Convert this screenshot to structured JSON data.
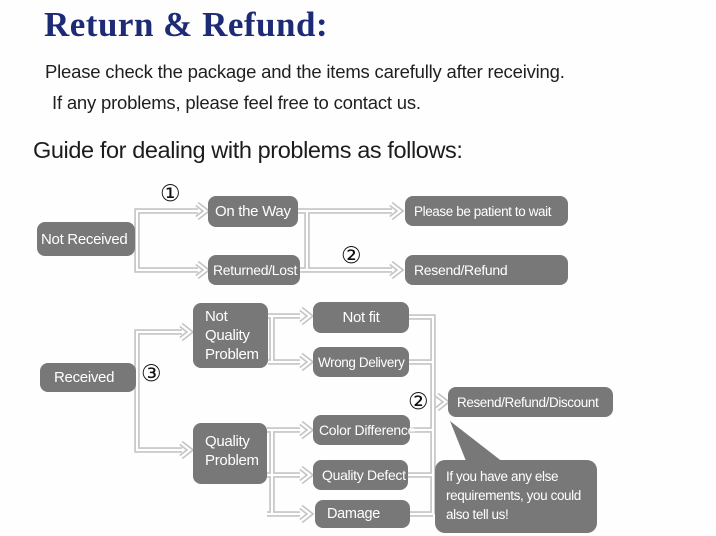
{
  "header": {
    "title": "Return & Refund:",
    "line1": "Please check the package and the items carefully after receiving.",
    "line2": "If any problems, please feel free to contact us.",
    "guide_heading": "Guide for dealing with problems as follows:"
  },
  "colors": {
    "title_navy": "#1d2b76",
    "node_gray": "#787878",
    "node_text": "#ffffff",
    "connector_gray": "#c4c4c4",
    "body_text": "#1c1c1c"
  },
  "flow": {
    "markers": {
      "m1": "①",
      "m2_top": "②",
      "m3": "③",
      "m2_bottom": "②"
    },
    "nodes": {
      "not_received": "Not Received",
      "on_the_way": "On the Way",
      "returned_lost": "Returned/Lost",
      "please_wait": "Please be patient to wait",
      "resend_refund": "Resend/Refund",
      "received": "Received",
      "not_quality_problem": "Not Quality Problem",
      "not_fit": "Not fit",
      "wrong_delivery": "Wrong Delivery",
      "quality_problem": "Quality Problem",
      "color_difference": "Color Difference",
      "quality_defect": "Quality Defect",
      "damage": "Damage",
      "resend_refund_discount": "Resend/Refund/Discount"
    },
    "bubble": {
      "line1": "If you have any else",
      "line2": "requirements, you could",
      "line3": "also tell us!"
    }
  }
}
